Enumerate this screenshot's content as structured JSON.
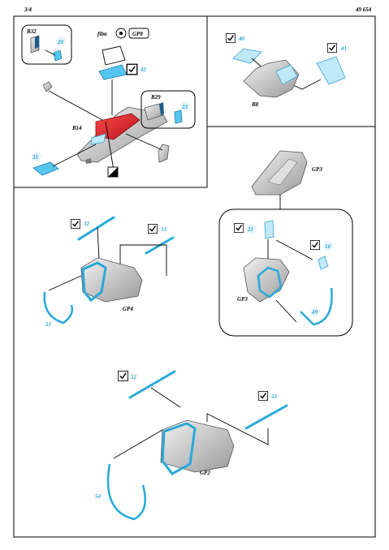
{
  "header": {
    "page_number": "3/4",
    "set_number": "49 654"
  },
  "labels": {
    "b32": "B32",
    "b14": "B14",
    "b29": "B29",
    "b8": "B8",
    "gp3_top": "GP3",
    "gp3_inset": "GP3",
    "gp4": "GP4",
    "gp2": "GP2",
    "film": "film",
    "gp8": "GP8"
  },
  "part_numbers": {
    "p20": "20",
    "p42": "42",
    "p23": "23",
    "p35": "35",
    "p40": "40",
    "p41": "41",
    "p32": "32",
    "p33": "33",
    "p51": "51",
    "p21": "21",
    "p16": "16",
    "p49": "49",
    "p52": "52",
    "p53": "53",
    "p54": "54"
  },
  "colors": {
    "photo_etch": "#55c6ef",
    "part_number": "#29a9d8",
    "paint_red": "#e0202a",
    "line": "#000000"
  }
}
